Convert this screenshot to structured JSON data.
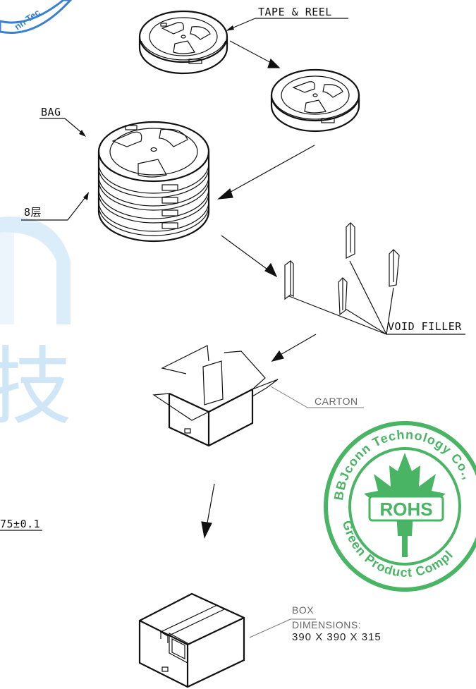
{
  "labels": {
    "tape_reel": "TAPE & REEL",
    "bag": "BAG",
    "layers": "8层",
    "void_filler": "VOID FILLER",
    "carton": "CARTON",
    "box": "BOX",
    "dimensions_caption": "DIMENSIONS:",
    "dimensions_value": "390 X 390 X 315",
    "tolerance": "75±0.1"
  },
  "watermark": {
    "glyph": "技",
    "color": "#4aa3df"
  },
  "stamp": {
    "text_top": "BBJconn Technology Co.,",
    "text_bottom": "Green Product Compl",
    "center": "ROHS",
    "corner_fragment": "nn Tec",
    "color": "#2aa84a",
    "corner_color": "#3a7fd0"
  }
}
